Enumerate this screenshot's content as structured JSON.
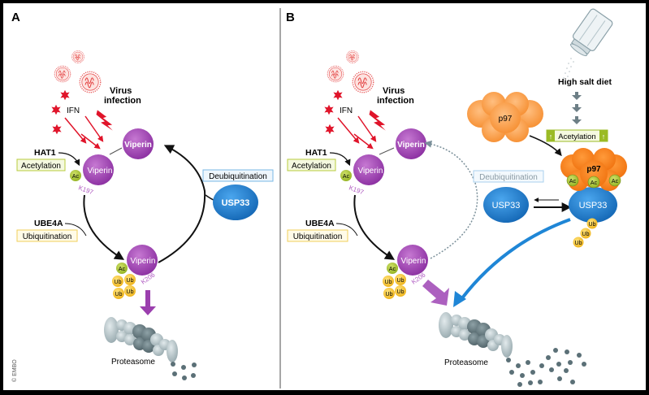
{
  "credit": "© EMBO",
  "colors": {
    "viperin": "#9b3fae",
    "usp33": "#1f7fcf",
    "p97": "#f7922d",
    "ac": "#a6c236",
    "ub": "#f2c12e",
    "ifn": "#e0142a",
    "acetylation_border": "#b8cc3c",
    "ubiquitination_border": "#f0cf5a",
    "deubiquitination_border": "#7ab8e6",
    "proteasome": "#8fa2a8"
  },
  "panelA": {
    "label": "A",
    "virus_label_1": "Virus",
    "virus_label_2": "infection",
    "ifn_label": "IFN",
    "hat1": "HAT1",
    "acetylation": "Acetylation",
    "ube4a": "UBE4A",
    "ubiquitination": "Ubiquitination",
    "deubiquitination": "Deubiquitination",
    "usp33": "USP33",
    "viperin_top": "Viperin",
    "viperin_mid": "Viperin",
    "viperin_bottom": "Viperin",
    "ac": "Ac",
    "k197": "K197",
    "k206": "K206",
    "ub": "Ub",
    "proteasome": "Proteasome"
  },
  "panelB": {
    "label": "B",
    "virus_label_1": "Virus",
    "virus_label_2": "infection",
    "ifn_label": "IFN",
    "hat1": "HAT1",
    "acetylation": "Acetylation",
    "ube4a": "UBE4A",
    "ubiquitination": "Ubiquitination",
    "deubiquitination": "Deubiquitination",
    "usp33_free": "USP33",
    "usp33_bound": "USP33",
    "viperin_top": "Viperin",
    "viperin_mid": "Viperin",
    "viperin_bottom": "Viperin",
    "ac": "Ac",
    "k197": "K197",
    "k206": "K206",
    "ub": "Ub",
    "proteasome": "Proteasome",
    "high_salt_diet": "High salt diet",
    "acetylation_up": "Acetylation",
    "p97_free": "p97",
    "p97_bound": "p97"
  }
}
